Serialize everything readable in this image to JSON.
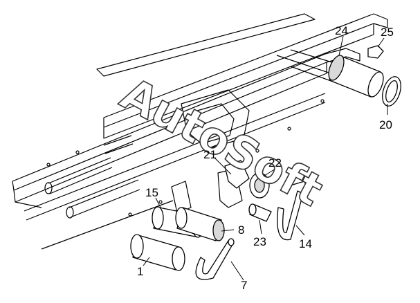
{
  "watermark": "AutoSoft",
  "callouts": {
    "p1": "1",
    "p7": "7",
    "p8": "8",
    "p14": "14",
    "p15": "15",
    "p20": "20",
    "p21": "21",
    "p22": "22",
    "p23": "23",
    "p24": "24",
    "p25": "25"
  }
}
